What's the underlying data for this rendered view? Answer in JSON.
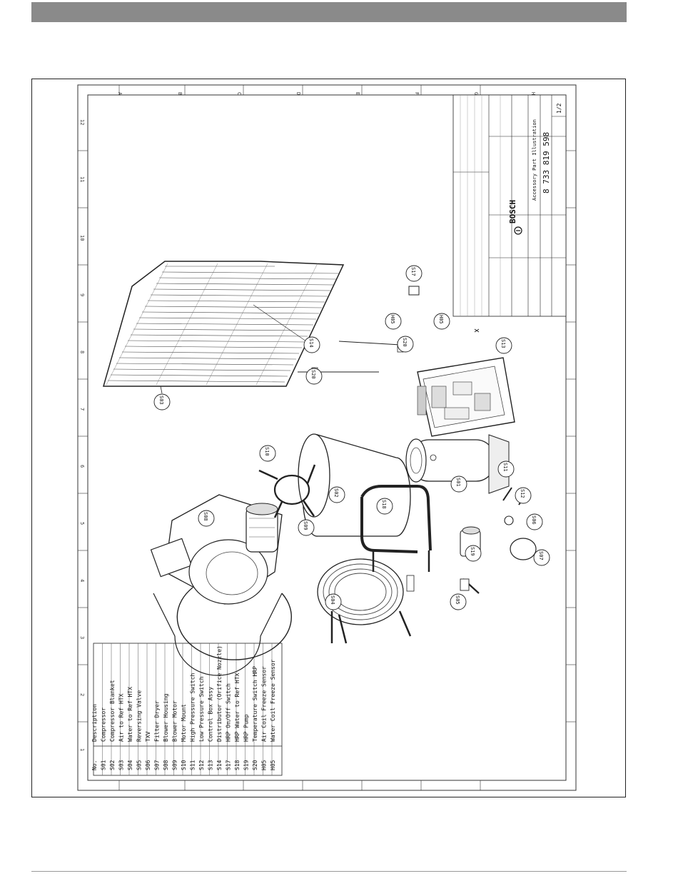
{
  "parts_table": {
    "header": {
      "no": "No.",
      "desc": "Description"
    },
    "rows": [
      {
        "no": "S01",
        "desc": "Compressor"
      },
      {
        "no": "S02",
        "desc": "Compressor Blanket"
      },
      {
        "no": "S03",
        "desc": "Air to Ref HTX"
      },
      {
        "no": "S04",
        "desc": "Water to Ref HTX"
      },
      {
        "no": "S05",
        "desc": "Reversing Valve"
      },
      {
        "no": "S06",
        "desc": "TXV"
      },
      {
        "no": "S07",
        "desc": "Filter Dryer"
      },
      {
        "no": "S08",
        "desc": "Blower Housing"
      },
      {
        "no": "S09",
        "desc": "Blower Motor"
      },
      {
        "no": "S10",
        "desc": "Motor Mount"
      },
      {
        "no": "S11",
        "desc": "High Pressure Switch"
      },
      {
        "no": "S12",
        "desc": "Low Pressure Switch"
      },
      {
        "no": "S13",
        "desc": "Control Box Assy"
      },
      {
        "no": "S14",
        "desc": "Distributor (Orifice Nozzle)"
      },
      {
        "no": "S17",
        "desc": "HRP On/Off Switch"
      },
      {
        "no": "S18",
        "desc": "HRP Water to Ref HTX"
      },
      {
        "no": "S19",
        "desc": "HRP Pump"
      },
      {
        "no": "S20",
        "desc": "Temperature Switch HRP"
      },
      {
        "no": "H05",
        "desc": "Air Coil Freeze Sensor"
      },
      {
        "no": "H05",
        "desc": "Water Coil Freeze Sensor"
      }
    ]
  },
  "callouts": [
    {
      "id": "callout-s03",
      "label": "S03"
    },
    {
      "id": "callout-s14",
      "label": "S14"
    },
    {
      "id": "callout-s17",
      "label": "S17"
    },
    {
      "id": "callout-s20a",
      "label": "S20"
    },
    {
      "id": "callout-s20b",
      "label": "S20"
    },
    {
      "id": "callout-h05a",
      "label": "H05"
    },
    {
      "id": "callout-h05b",
      "label": "H05"
    },
    {
      "id": "callout-s13",
      "label": "S13"
    },
    {
      "id": "callout-s10",
      "label": "S10"
    },
    {
      "id": "callout-s02",
      "label": "S02"
    },
    {
      "id": "callout-s01",
      "label": "S01"
    },
    {
      "id": "callout-s08",
      "label": "S08"
    },
    {
      "id": "callout-s09",
      "label": "S09"
    },
    {
      "id": "callout-s18",
      "label": "S18"
    },
    {
      "id": "callout-s11",
      "label": "S11"
    },
    {
      "id": "callout-s12",
      "label": "S12"
    },
    {
      "id": "callout-s19",
      "label": "S19"
    },
    {
      "id": "callout-s06",
      "label": "S06"
    },
    {
      "id": "callout-s07",
      "label": "S07"
    },
    {
      "id": "callout-s05",
      "label": "S05"
    },
    {
      "id": "callout-s04",
      "label": "S04"
    }
  ],
  "title_block": {
    "brand": "BOSCH",
    "doc_number": "8 733 819 598",
    "title": "Accessory Part Illustration",
    "sheet": "1/2"
  },
  "border": {
    "letters": [
      "A",
      "B",
      "C",
      "D",
      "E",
      "F",
      "G",
      "H"
    ],
    "numbers": [
      "1",
      "2",
      "3",
      "4",
      "5",
      "6",
      "7",
      "8",
      "9",
      "10",
      "11",
      "12"
    ]
  }
}
